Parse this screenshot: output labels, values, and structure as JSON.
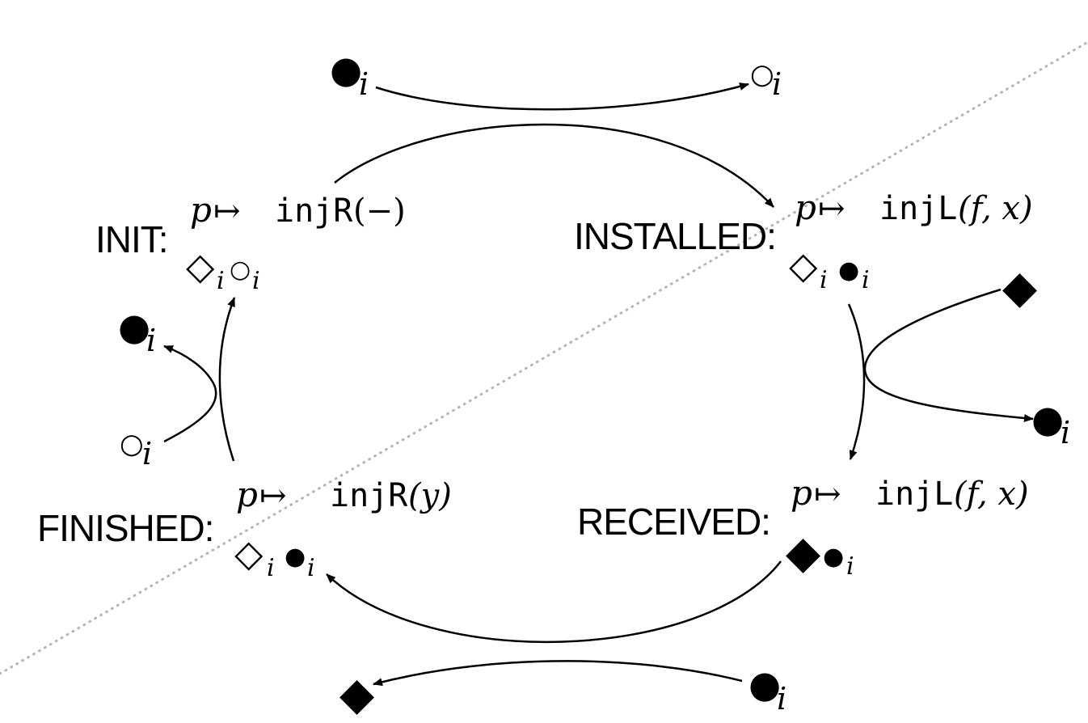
{
  "states": {
    "init": {
      "label": "INIT:",
      "heap": {
        "ptr": "p",
        "mapsto": "↦",
        "ctor": "injR",
        "args": "(−)"
      },
      "tokens": {
        "diamond": "◇",
        "sub1": "i",
        "circle": "○",
        "sub2": "i"
      }
    },
    "installed": {
      "label": "INSTALLED:",
      "heap": {
        "ptr": "p",
        "mapsto": "↦",
        "ctor": "injL",
        "args": "(f, x)"
      },
      "tokens": {
        "diamond": "◇",
        "sub1": "i",
        "circle": "●",
        "sub2": "i"
      }
    },
    "received": {
      "label": "RECEIVED:",
      "heap": {
        "ptr": "p",
        "mapsto": "↦",
        "ctor": "injL",
        "args": "(f, x)"
      },
      "tokens": {
        "diamond": "◆",
        "circle": "●",
        "sub2": "i"
      }
    },
    "finished": {
      "label": "FINISHED:",
      "heap": {
        "ptr": "p",
        "mapsto": "↦",
        "ctor": "injR",
        "args": "(y)"
      },
      "tokens": {
        "diamond": "◇",
        "sub1": "i",
        "circle": "●",
        "sub2": "i"
      }
    }
  },
  "transition_tokens": {
    "top_in": {
      "glyph": "●",
      "sub": "i"
    },
    "top_out": {
      "glyph": "○",
      "sub": "i"
    },
    "right_in": {
      "glyph": "◆"
    },
    "right_out": {
      "glyph": "●",
      "sub": "i"
    },
    "bottom_in": {
      "glyph": "●",
      "sub": "i"
    },
    "bottom_out": {
      "glyph": "◆"
    },
    "left_in": {
      "glyph": "○",
      "sub": "i"
    },
    "left_out": {
      "glyph": "●",
      "sub": "i"
    }
  },
  "colors": {
    "ink": "#000000",
    "divider": "#b5b5b5",
    "background": "#ffffff"
  }
}
